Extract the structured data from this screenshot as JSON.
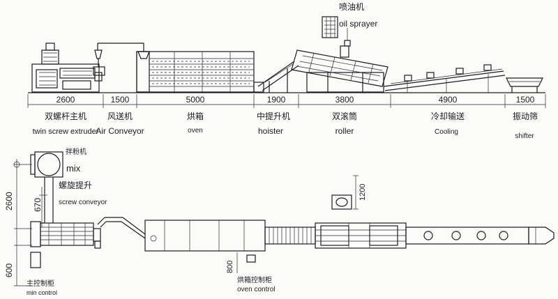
{
  "top_labels": {
    "oil_sprayer_cn": "喷油机",
    "oil_sprayer_en": "oil sprayer"
  },
  "dimensions_top": [
    "2600",
    "1500",
    "5000",
    "1900",
    "3800",
    "4900",
    "1500"
  ],
  "machines": [
    {
      "cn": "双螺杆主机",
      "en": "twin screw extruder"
    },
    {
      "cn": "风送机",
      "en": "Air Conveyor"
    },
    {
      "cn": "烘箱",
      "en": "oven"
    },
    {
      "cn": "中提升机",
      "en": "hoister"
    },
    {
      "cn": "双滚筒",
      "en": "roller"
    },
    {
      "cn": "冷却输送",
      "en": "Cooling"
    },
    {
      "cn": "振动筛",
      "en": "shifter"
    }
  ],
  "plan_labels": {
    "mix_cn": "拌粉机",
    "mix_en": "mix",
    "screw_cn": "螺旋提升",
    "screw_en": "screw conveyor",
    "main_cn": "主控制柜",
    "main_en": "min control",
    "oven_cn": "烘箱控制柜",
    "oven_en": "oven control"
  },
  "plan_dims": {
    "d2600": "2600",
    "d670": "670",
    "d600": "600",
    "d800": "800",
    "d1200": "1200"
  }
}
